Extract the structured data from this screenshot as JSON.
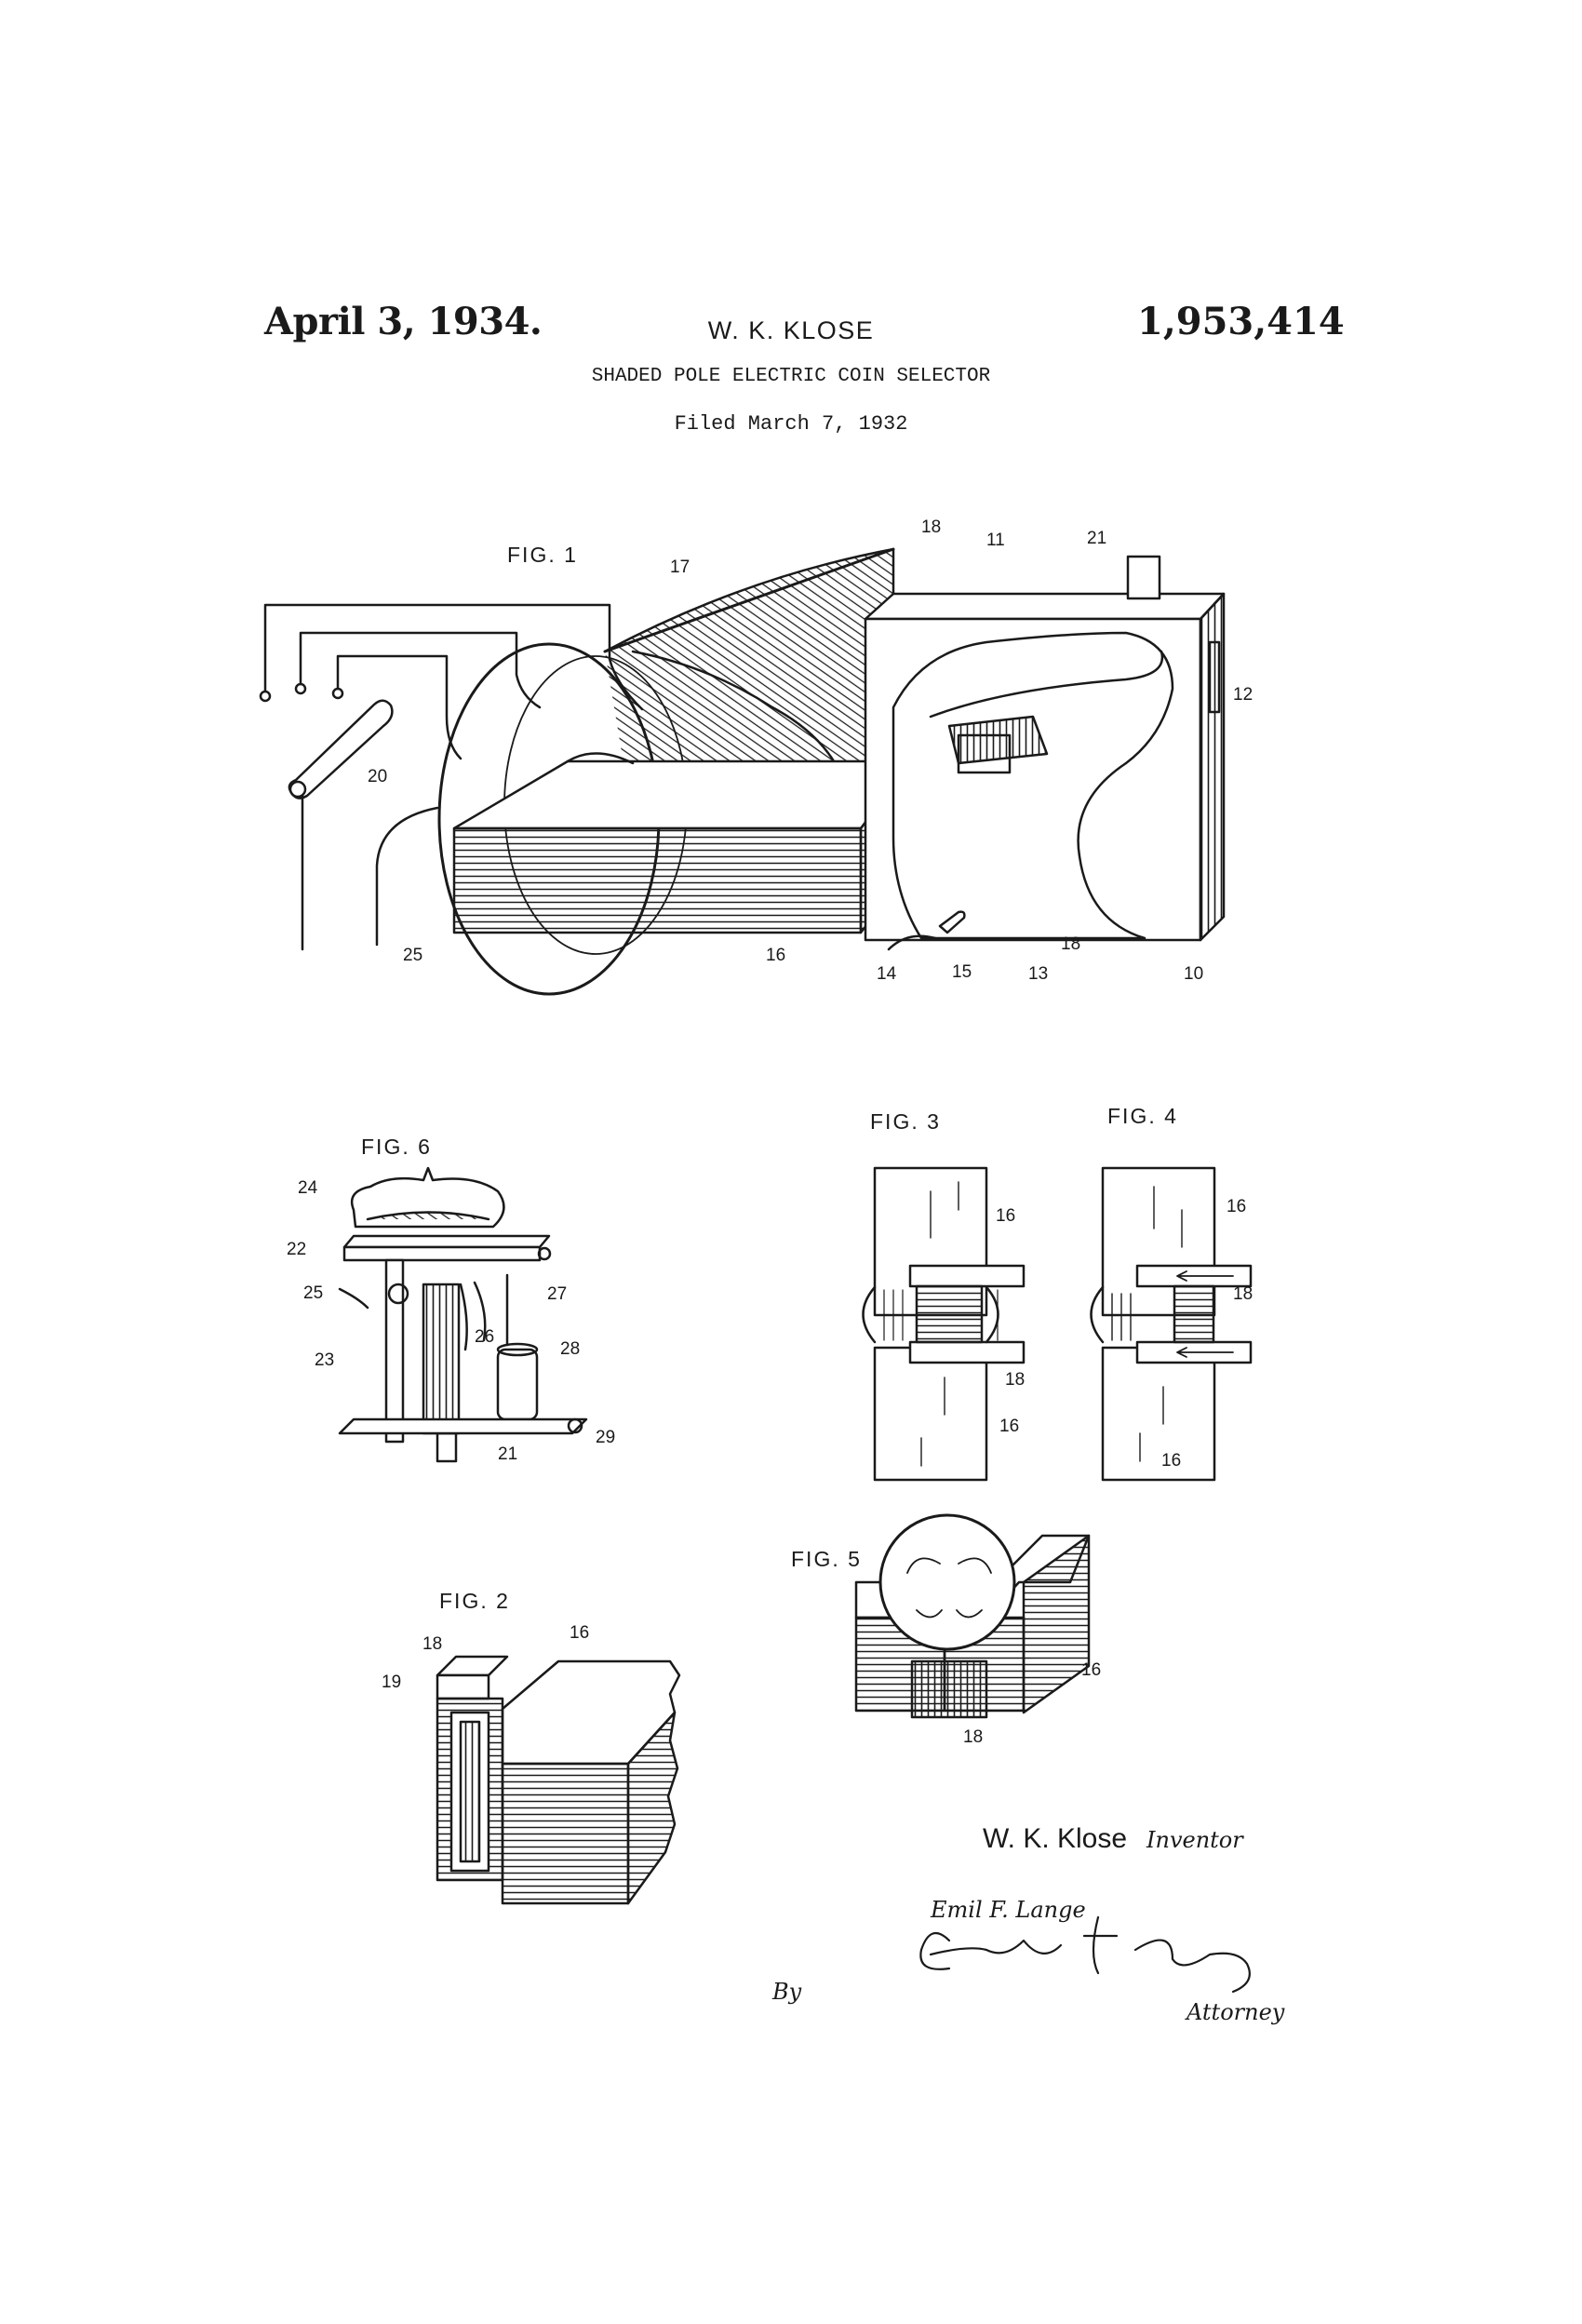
{
  "header": {
    "date": "April 3, 1934.",
    "inventor": "W. K. KLOSE",
    "patent_number": "1,953,414",
    "title": "SHADED POLE ELECTRIC COIN SELECTOR",
    "filed": "Filed March 7, 1932"
  },
  "figures": {
    "fig1": {
      "label": "FIG. 1",
      "refs": {
        "r17": "17",
        "r18a": "18",
        "r11": "11",
        "r21": "21",
        "r12": "12",
        "r20": "20",
        "r25": "25",
        "r16": "16",
        "r14": "14",
        "r15": "15",
        "r13": "13",
        "r18b": "18",
        "r10": "10"
      }
    },
    "fig2": {
      "label": "FIG. 2",
      "refs": {
        "r18": "18",
        "r19": "19",
        "r16": "16"
      }
    },
    "fig3": {
      "label": "FIG. 3",
      "refs": {
        "r16a": "16",
        "r18": "18",
        "r16b": "16"
      }
    },
    "fig4": {
      "label": "FIG. 4",
      "refs": {
        "r16a": "16",
        "r18": "18",
        "r16b": "16"
      }
    },
    "fig5": {
      "label": "FIG. 5",
      "refs": {
        "r16": "16",
        "r18": "18"
      }
    },
    "fig6": {
      "label": "FIG. 6",
      "refs": {
        "r24": "24",
        "r22": "22",
        "r25": "25",
        "r23": "23",
        "r27": "27",
        "r26": "26",
        "r28": "28",
        "r21": "21",
        "r29": "29"
      }
    }
  },
  "signature": {
    "inventor_name": "W. K. Klose",
    "inventor_caption": "Inventor",
    "by": "By",
    "attorney_signature": "Emil F. Lange",
    "attorney_caption": "Attorney"
  }
}
